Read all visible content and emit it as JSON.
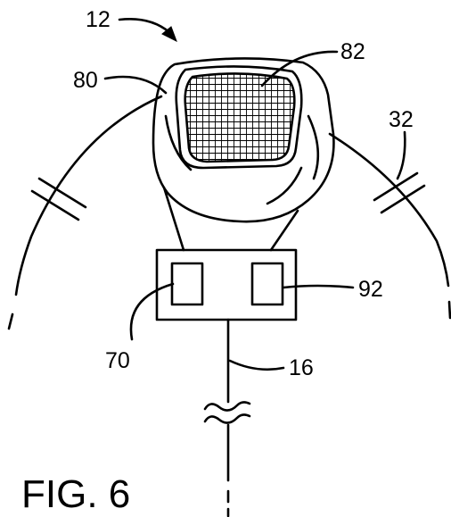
{
  "labels": {
    "device": "12",
    "arc": "32",
    "housing": "80",
    "sensor": "82",
    "left_element": "70",
    "right_element": "92",
    "cable": "16"
  },
  "caption": "FIG. 6",
  "colors": {
    "ink": "#000000",
    "paper": "#ffffff"
  }
}
